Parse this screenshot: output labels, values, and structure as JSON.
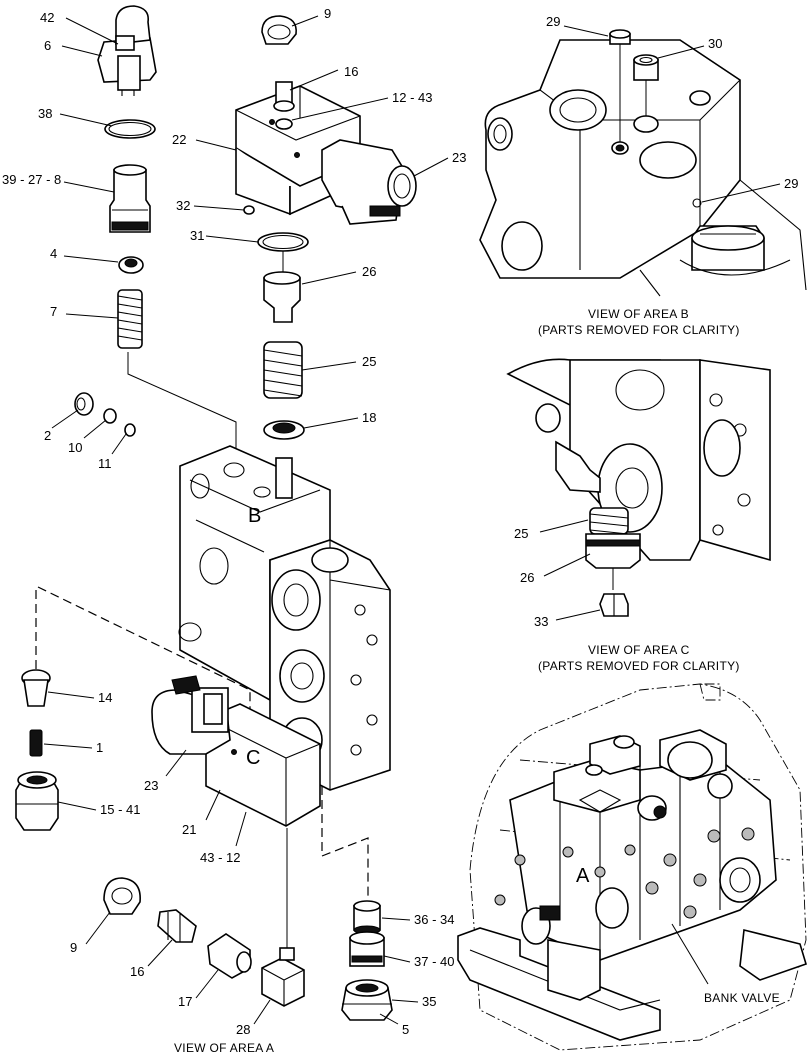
{
  "callouts": {
    "n42": "42",
    "n6": "6",
    "n38": "38",
    "n39_27_8": "39 - 27 - 8",
    "n4": "4",
    "n7": "7",
    "n2": "2",
    "n10": "10",
    "n11": "11",
    "n9_top": "9",
    "n16_top": "16",
    "n12_43_top": "12 - 43",
    "n22": "22",
    "n23_top": "23",
    "n32": "32",
    "n31": "31",
    "n26": "26",
    "n25": "25",
    "n18": "18",
    "n14": "14",
    "n1": "1",
    "n15_41": "15 - 41",
    "n23_bottom": "23",
    "n21": "21",
    "n43_12": "43 - 12",
    "n9_bottom": "9",
    "n16_bottom": "16",
    "n17": "17",
    "n28": "28",
    "n36_34": "36 - 34",
    "n37_40": "37 - 40",
    "n35": "35",
    "n5": "5",
    "b_n29_top": "29",
    "b_n30": "30",
    "b_n29_side": "29",
    "c_n25": "25",
    "c_n26": "26",
    "c_n33": "33"
  },
  "area_letters": {
    "b": "B",
    "c": "C",
    "a": "A"
  },
  "captions": {
    "view_b_line1": "VIEW OF AREA  B",
    "view_b_line2": "(PARTS REMOVED FOR CLARITY)",
    "view_c_line1": "VIEW OF AREA  C",
    "view_c_line2": "(PARTS REMOVED FOR CLARITY)",
    "view_a": "VIEW OF AREA  A",
    "bank_valve": "BANK VALVE"
  }
}
